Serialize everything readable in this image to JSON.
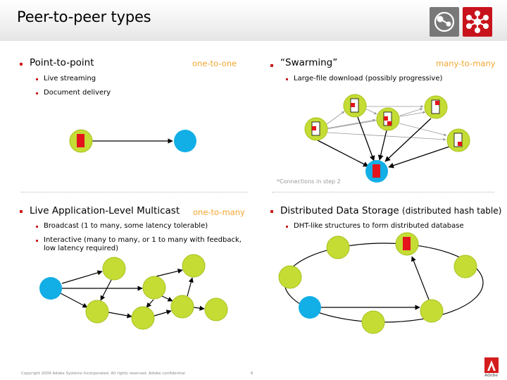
{
  "title": "Peer-to-peer types",
  "colors": {
    "node": "#c4dc34",
    "node_stroke": "#a9c11f",
    "source": "#12aee6",
    "chunk": "#e3141c",
    "accent": "#f2a630",
    "bullet": "#cc1f1f"
  },
  "quadrants": [
    {
      "heading": "Point-to-point",
      "subheading": "",
      "tag": "one-to-one",
      "items": [
        "Live streaming",
        "Document delivery"
      ]
    },
    {
      "heading": "“Swarming”",
      "subheading": "",
      "tag": "many-to-many",
      "items": [
        "Large-file download (possibly progressive)"
      ],
      "note": "*Connections in step 2"
    },
    {
      "heading": "Live Application-Level Multicast",
      "subheading": "",
      "tag": "one-to-many",
      "items": [
        "Broadcast (1 to many, some latency tolerable)",
        "Interactive (many to many, or 1 to many with feedback,",
        "low latency required)"
      ]
    },
    {
      "heading": "Distributed Data Storage",
      "subheading": "(distributed hash table)",
      "tag": "",
      "items": [
        "DHT-like structures to form distributed database"
      ]
    }
  ],
  "footer": {
    "copyright": "Copyright 2009 Adobe Systems Incorporated.  All rights reserved.  Adobe confidential.",
    "page": "6",
    "brand": "Adobe"
  }
}
